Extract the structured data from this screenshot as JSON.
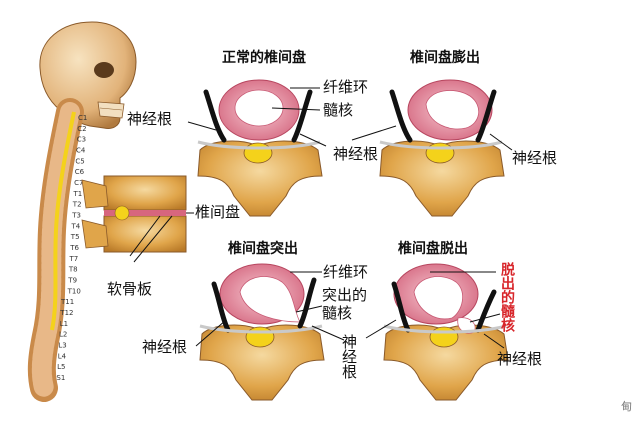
{
  "panels": {
    "normal": {
      "title": "正常的椎间盘"
    },
    "bulge": {
      "title": "椎间盘膨出"
    },
    "protrusion": {
      "title": "椎间盘突出"
    },
    "extrusion": {
      "title": "椎间盘脱出"
    }
  },
  "labels": {
    "nerve_root": "神经根",
    "annulus": "纤维环",
    "nucleus": "髓核",
    "disc": "椎间盘",
    "endplate": "软骨板",
    "protruded_nucleus": "突出的髓核",
    "extruded_nucleus": "脱出的髓核"
  },
  "spine_ticks": [
    "C1",
    "C2",
    "C3",
    "C4",
    "C5",
    "C6",
    "C7",
    "T1",
    "T2",
    "T3",
    "T4",
    "T5",
    "T6",
    "T7",
    "T8",
    "T9",
    "T10",
    "T11",
    "T12",
    "L1",
    "L2",
    "L3",
    "L4",
    "L5",
    "S1"
  ],
  "watermark": "甸",
  "colors": {
    "disc_ring": "#e58a9c",
    "nucleus": "#ffffff",
    "bone": "#e3a94a",
    "cord": "#f4d21b",
    "highlight": "#d8262b"
  }
}
